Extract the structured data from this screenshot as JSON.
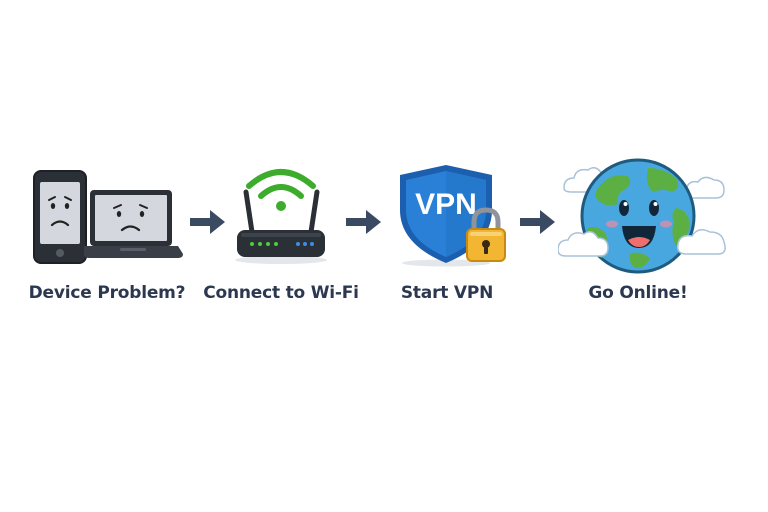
{
  "steps": [
    {
      "label": "Device Problem?",
      "icon": "sad-devices-icon"
    },
    {
      "label": "Connect to Wi-Fi",
      "icon": "wifi-router-icon"
    },
    {
      "label": "Start VPN",
      "icon": "vpn-shield-icon"
    },
    {
      "label": "Go Online!",
      "icon": "happy-globe-icon"
    }
  ],
  "shield_text": "VPN",
  "colors": {
    "label_text": "#2c3850",
    "arrow": "#3a4a63",
    "wifi_green": "#3dac2c",
    "shield_blue": "#1f72c8",
    "lock_gold": "#f2b632",
    "globe_ocean": "#49a7e0",
    "globe_land": "#5cb043"
  }
}
